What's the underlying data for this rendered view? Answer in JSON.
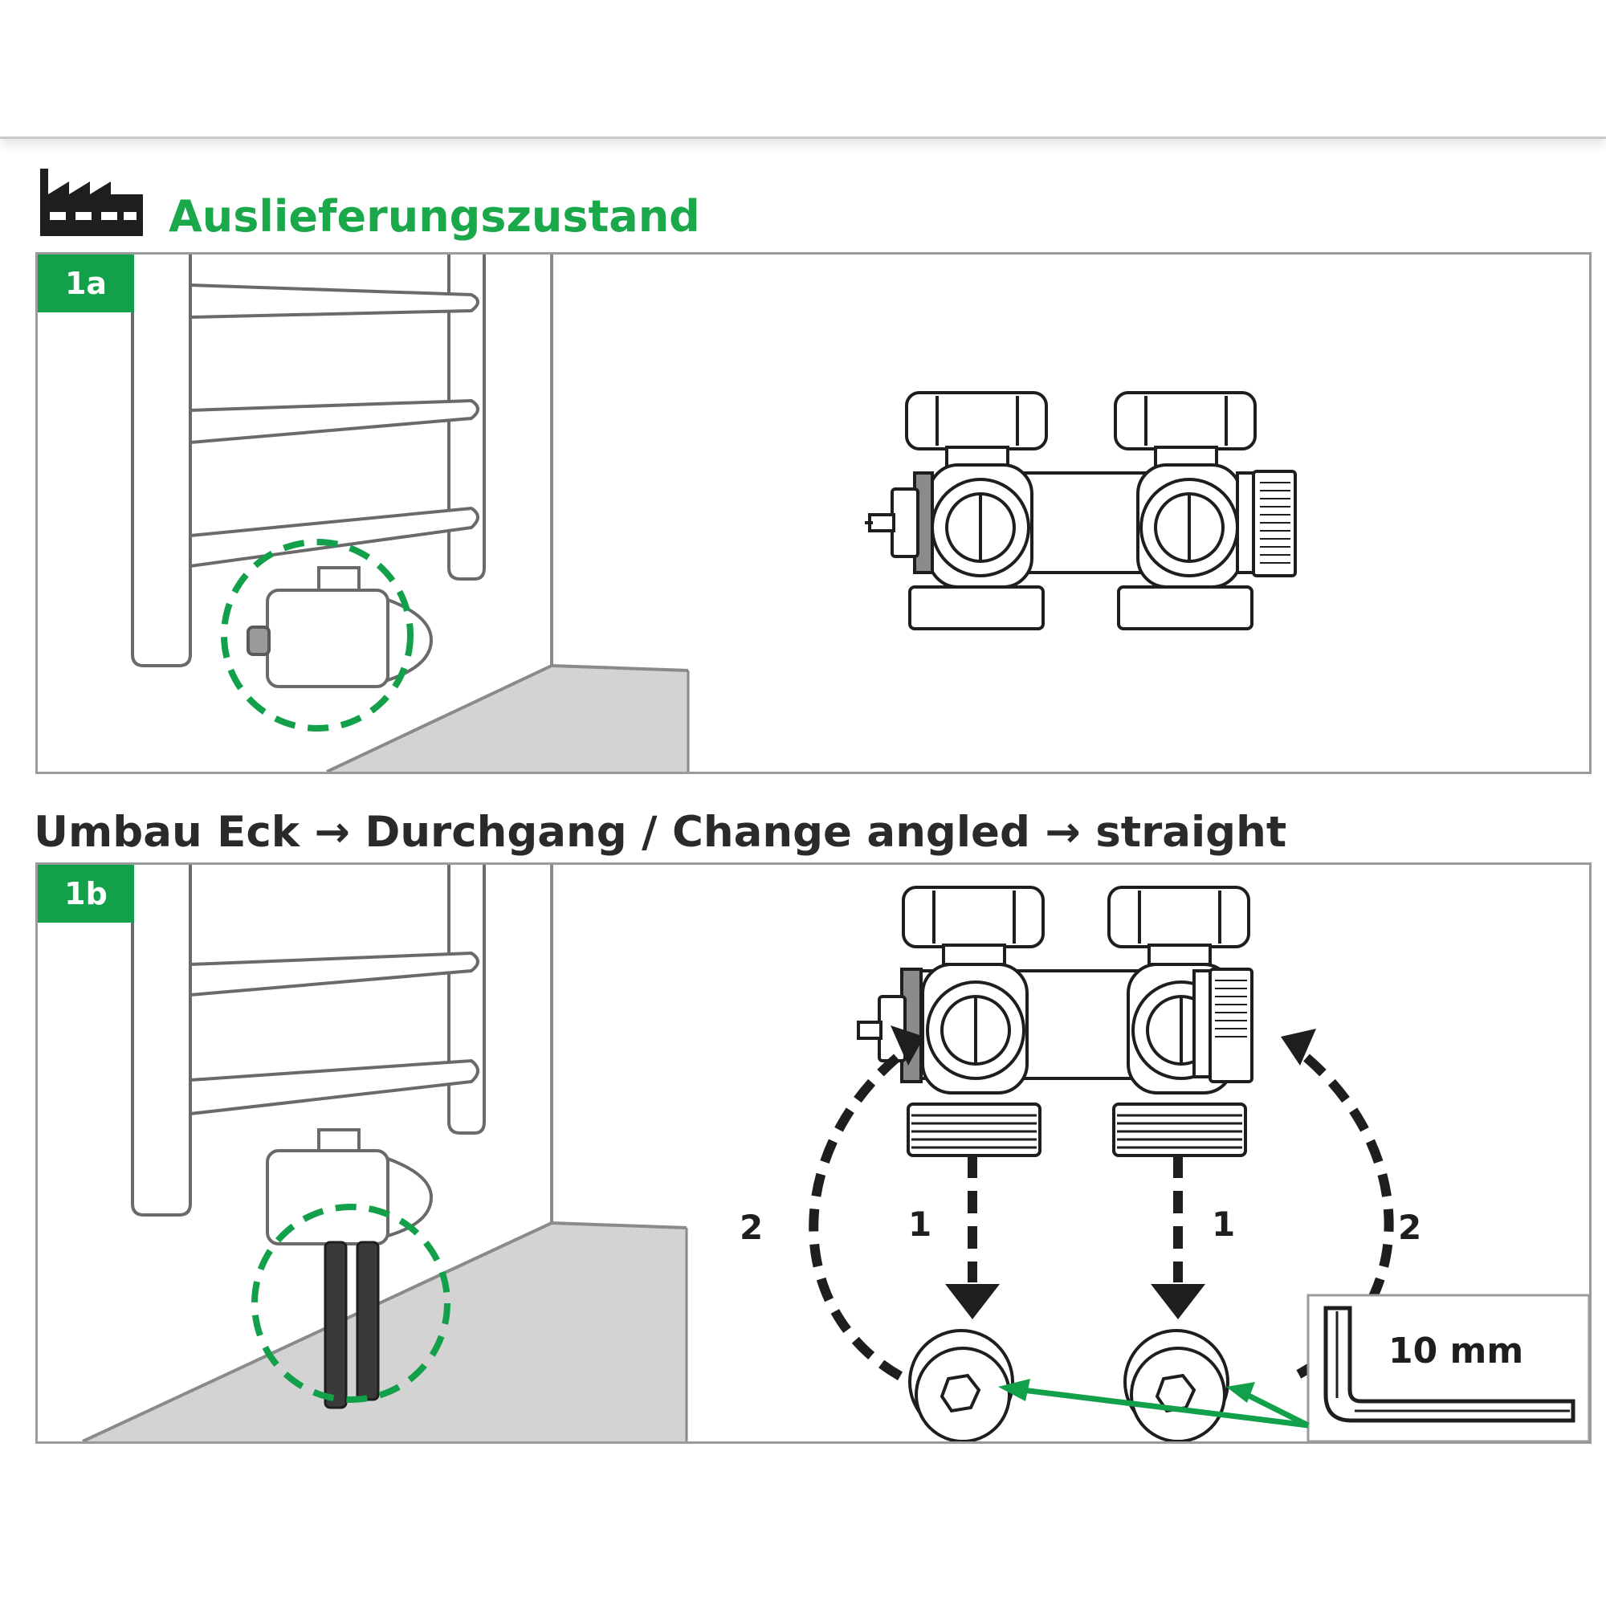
{
  "header": {
    "factory_title": "Auslieferungszustand",
    "conversion_title": "Umbau Eck → Durchgang / Change angled → straight"
  },
  "panel_a": {
    "badge": "1a"
  },
  "panel_b": {
    "badge": "1b",
    "step_left_outer": "2",
    "step_left_inner": "1",
    "step_right_inner": "1",
    "step_right_outer": "2",
    "tool_size": "10 mm"
  },
  "colors": {
    "accent_green": "#12a04a",
    "heading_green": "#1aa84b",
    "floor_gray": "#d3d3d3",
    "line_dark": "#1e1e1e"
  },
  "icons": [
    "factory-icon",
    "hex-key-icon"
  ]
}
